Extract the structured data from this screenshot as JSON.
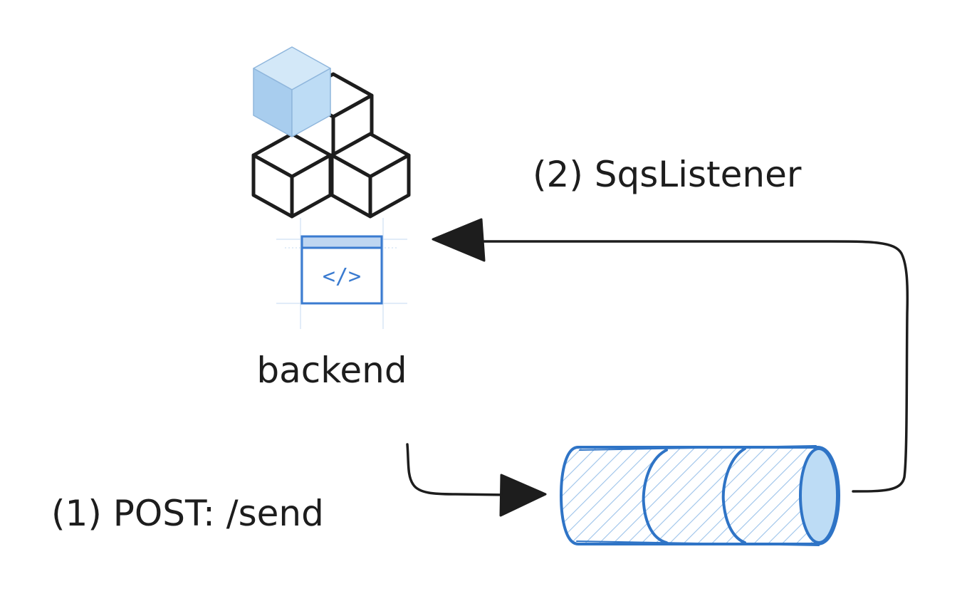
{
  "nodes": {
    "backend": {
      "label": "backend",
      "icon": "cube-blocks-icon",
      "code_icon": "code-window-icon",
      "code_glyph": "</>"
    },
    "queue": {
      "icon": "sqs-queue-icon"
    }
  },
  "edges": [
    {
      "id": "post-send",
      "label": "(1) POST: /send",
      "from": "backend",
      "to": "queue"
    },
    {
      "id": "sqs-listener",
      "label": "(2) SqsListener",
      "from": "queue",
      "to": "backend"
    }
  ],
  "colors": {
    "ink": "#1d1d1d",
    "accent_blue": "#2f74c6",
    "cube_fill": "#b7d8f2",
    "light_blue": "#bfdcf5",
    "guide_lines": "#cfe0f3"
  }
}
